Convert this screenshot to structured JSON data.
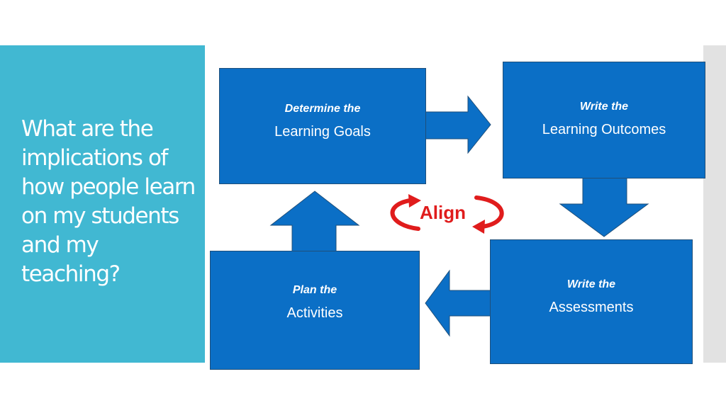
{
  "slide": {
    "title": "What are the implications of how people learn on my students and my teaching?",
    "colors": {
      "panel": "#41b8d2",
      "box": "#0b6fc6",
      "align": "#e01c1c",
      "strip": "#e2e2e2"
    }
  },
  "diagram": {
    "boxes": [
      {
        "line1": "Determine the",
        "line2": "Learning Goals"
      },
      {
        "line1": "Write  the",
        "line2": "Learning  Outcomes"
      },
      {
        "line1": "Write  the",
        "line2": "Assessments"
      },
      {
        "line1": "Plan the",
        "line2": "Activities"
      }
    ],
    "center_label": "Align"
  }
}
